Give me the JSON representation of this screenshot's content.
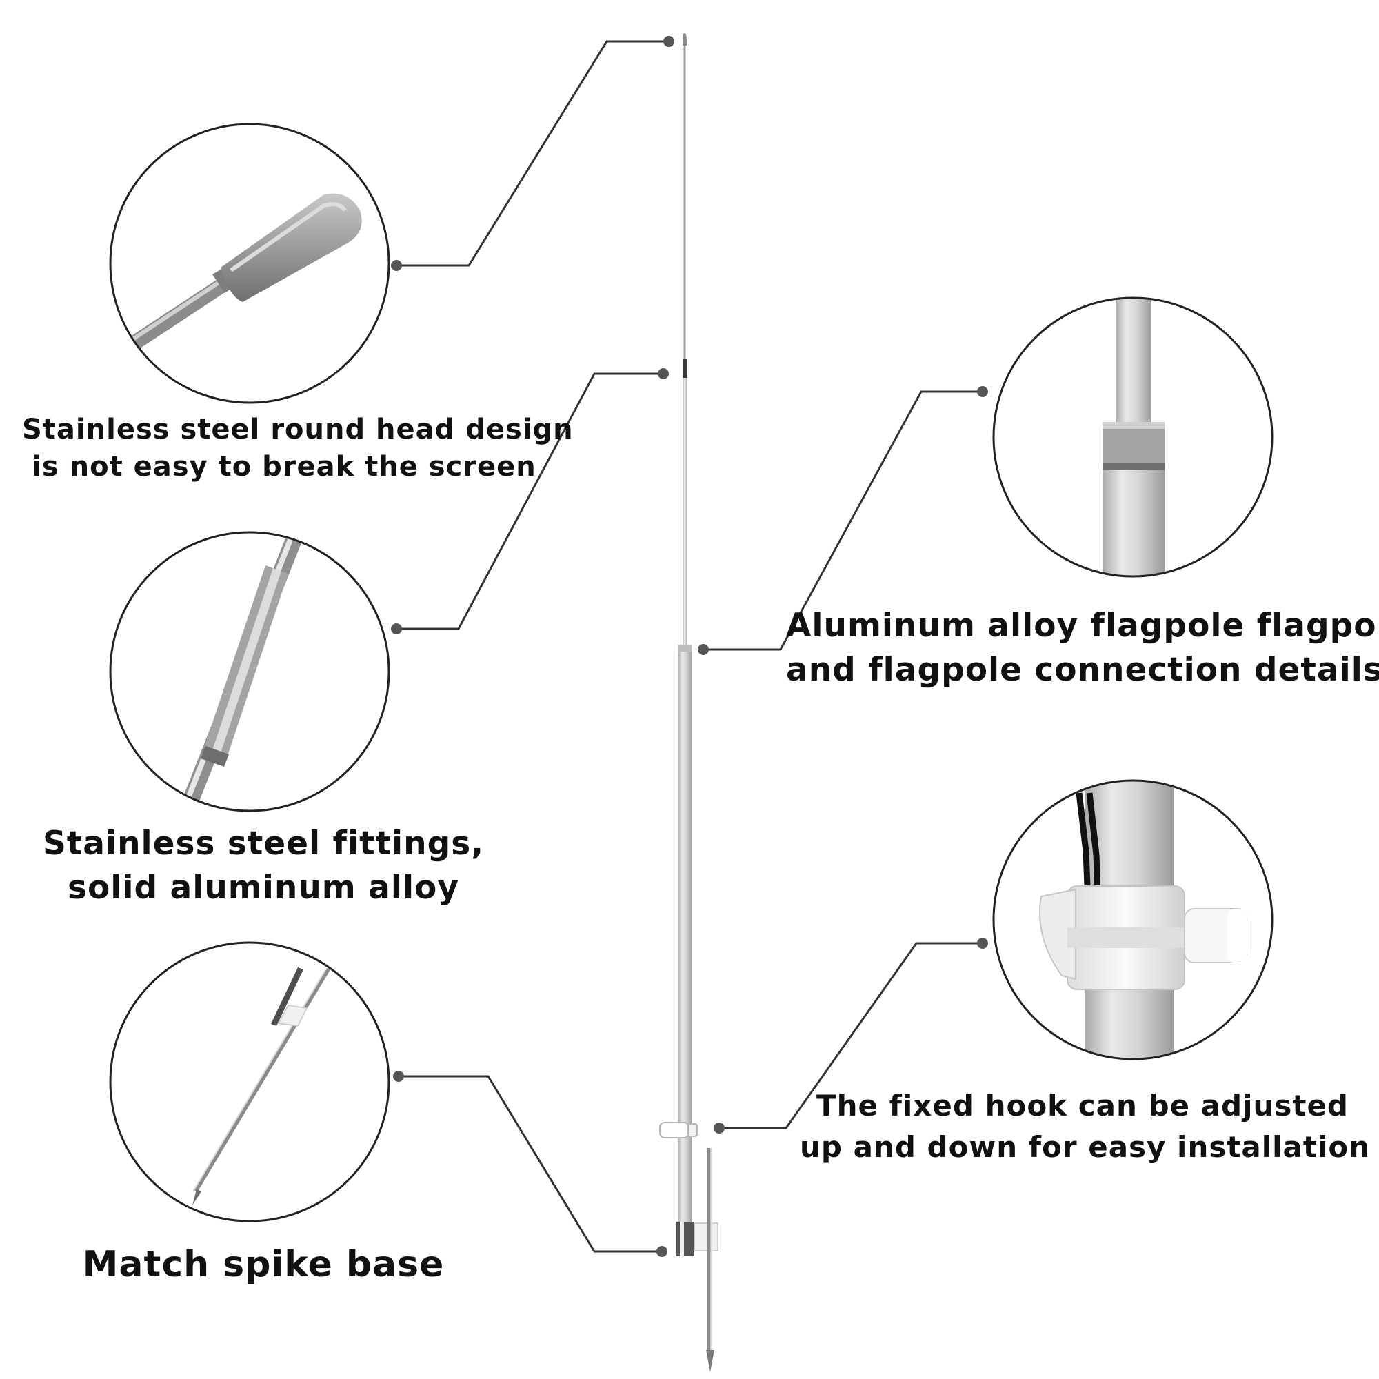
{
  "colors": {
    "background": "#ffffff",
    "text": "#111111",
    "leader_line": "#333333",
    "dot": "#555555",
    "circle_border": "#222222",
    "metal_light": "#e4e4e4",
    "metal_mid": "#c2c2c2",
    "metal_dark": "#8a8a8a",
    "cord": "#111111",
    "clip": "#f2f2f2"
  },
  "callouts": [
    {
      "id": "round-head",
      "lines": [
        "Stainless steel round head design",
        "is not easy to break the screen"
      ],
      "icon": "steel-round-head-closeup-icon"
    },
    {
      "id": "fittings",
      "lines": [
        "Stainless steel fittings,",
        "solid aluminum alloy"
      ],
      "icon": "steel-fitting-closeup-icon"
    },
    {
      "id": "spike-base",
      "lines": [
        "Match spike base"
      ],
      "icon": "spike-base-closeup-icon"
    },
    {
      "id": "connection",
      "lines": [
        "Aluminum alloy flagpole flagpole",
        "and flagpole connection details"
      ],
      "icon": "pole-connection-closeup-icon"
    },
    {
      "id": "hook",
      "lines": [
        "The fixed hook can be adjusted",
        "up and down for easy installation"
      ],
      "icon": "fixed-hook-closeup-icon"
    }
  ]
}
